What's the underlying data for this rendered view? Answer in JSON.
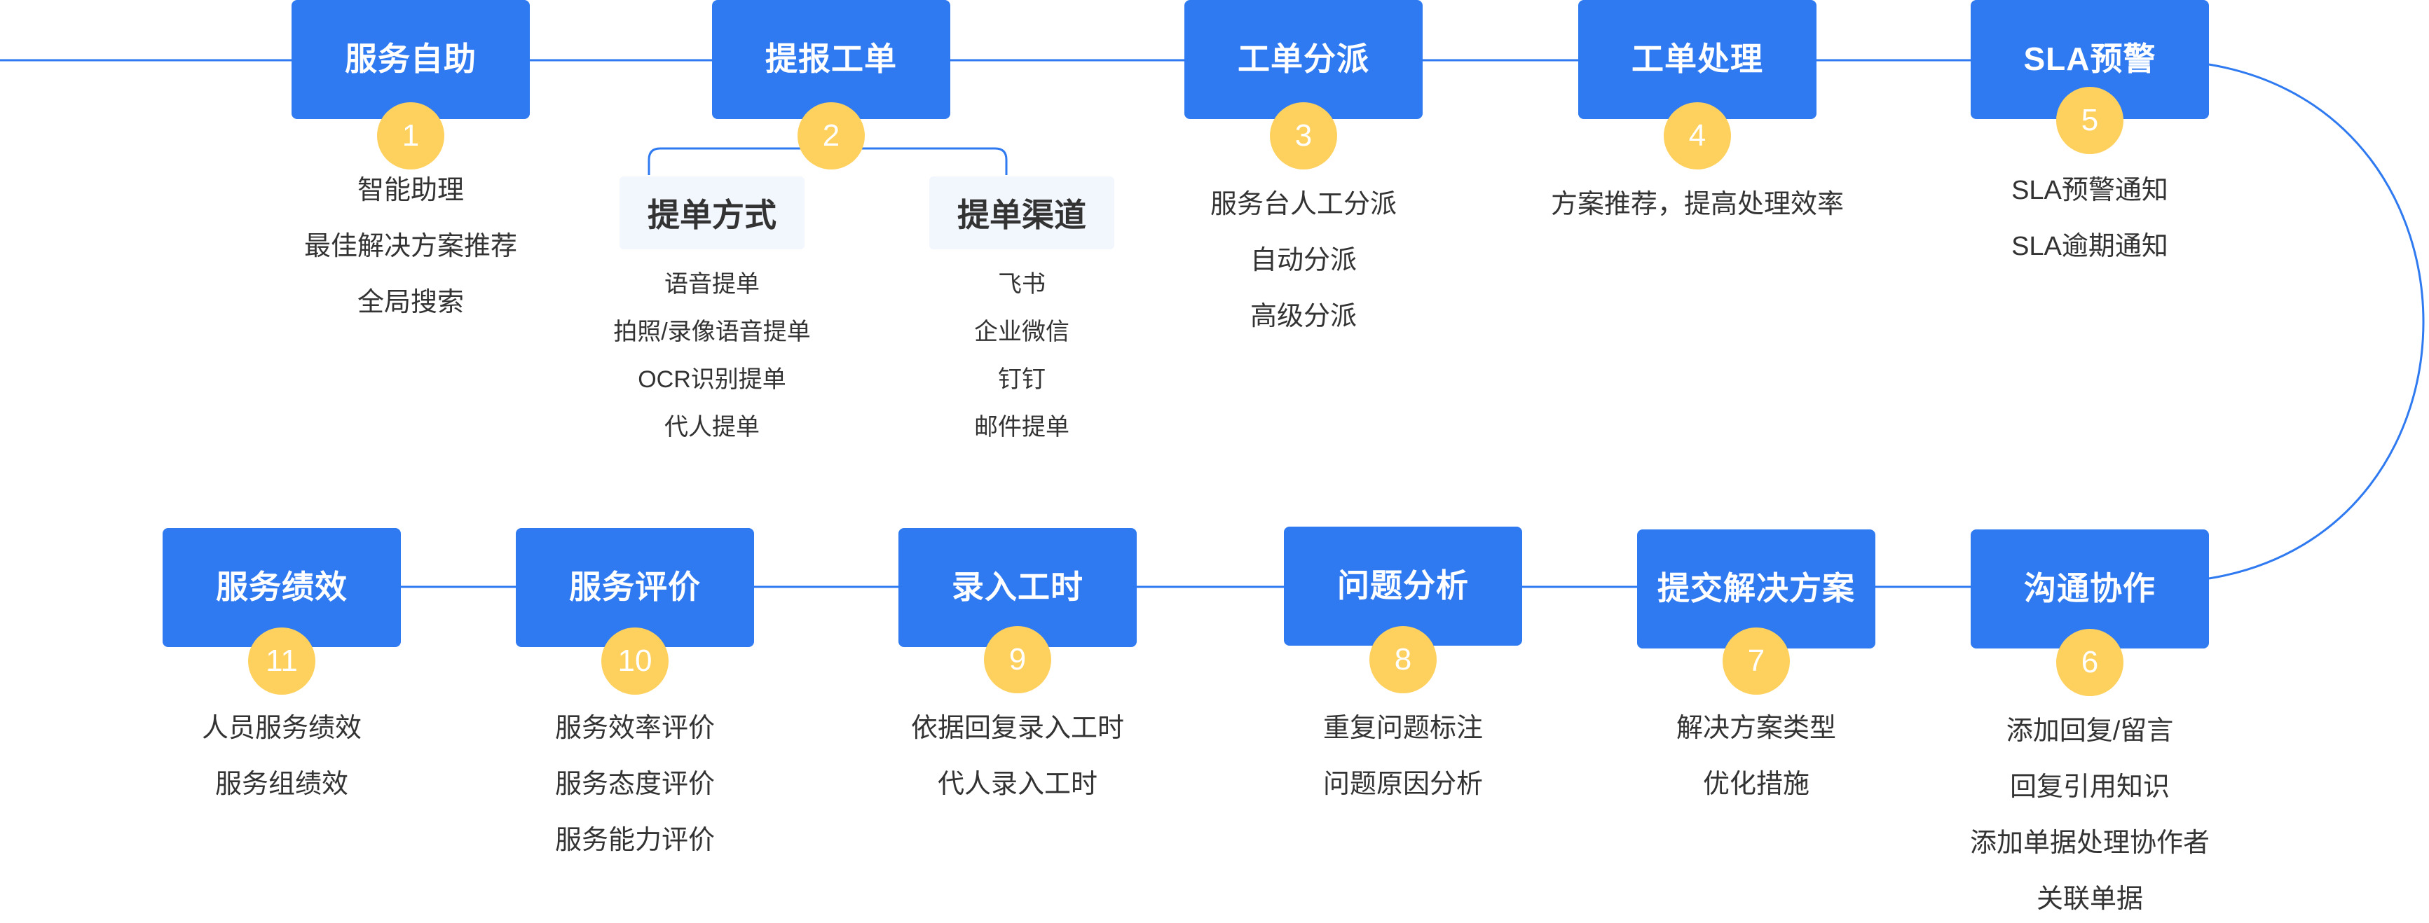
{
  "colors": {
    "step_fill": "#2f7af0",
    "step_text": "#ffffff",
    "badge_fill": "#fed15e",
    "connector": "#2f7af0",
    "text": "#333333",
    "sub_title_fill": "#f2f6fd"
  },
  "steps": [
    {
      "number": "1",
      "title": "服务自助",
      "items": [
        "智能助理",
        "最佳解决方案推荐",
        "全局搜索"
      ]
    },
    {
      "number": "2",
      "title": "提报工单",
      "items": []
    },
    {
      "number": "3",
      "title": "工单分派",
      "items": [
        "服务台人工分派",
        "自动分派",
        "高级分派"
      ]
    },
    {
      "number": "4",
      "title": "工单处理",
      "items": [
        "方案推荐，提高处理效率"
      ]
    },
    {
      "number": "5",
      "title": "SLA预警",
      "items": [
        "SLA预警通知",
        "SLA逾期通知"
      ]
    },
    {
      "number": "6",
      "title": "沟通协作",
      "items": [
        "添加回复/留言",
        "回复引用知识",
        "添加单据处理协作者",
        "关联单据"
      ]
    },
    {
      "number": "7",
      "title": "提交解决方案",
      "items": [
        "解决方案类型",
        "优化措施"
      ]
    },
    {
      "number": "8",
      "title": "问题分析",
      "items": [
        "重复问题标注",
        "问题原因分析"
      ]
    },
    {
      "number": "9",
      "title": "录入工时",
      "items": [
        "依据回复录入工时",
        "代人录入工时"
      ]
    },
    {
      "number": "10",
      "title": "服务评价",
      "items": [
        "服务效率评价",
        "服务态度评价",
        "服务能力评价"
      ]
    },
    {
      "number": "11",
      "title": "服务绩效",
      "items": [
        "人员服务绩效",
        "服务组绩效"
      ]
    }
  ],
  "ticket_submission": {
    "methods": {
      "title": "提单方式",
      "items": [
        "语音提单",
        "拍照/录像语音提单",
        "OCR识别提单",
        "代人提单"
      ]
    },
    "channels": {
      "title": "提单渠道",
      "items": [
        "飞书",
        "企业微信",
        "钉钉",
        "邮件提单"
      ]
    }
  }
}
